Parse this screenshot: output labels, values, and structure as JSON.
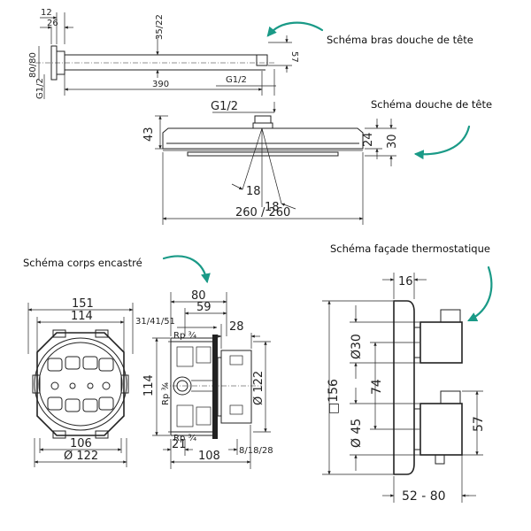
{
  "colors": {
    "line": "#222222",
    "arrow": "#1a9a87",
    "background": "#ffffff"
  },
  "captions": {
    "shower_arm": "Schéma bras douche de tête",
    "head_shower": "Schéma douche de tête",
    "body": "Schéma corps encastré",
    "facade": "Schéma façade thermostatique"
  },
  "arm": {
    "d12": "12",
    "d26": "26",
    "d3522": "35/22",
    "d8080": "80/80",
    "dg12a": "G1/2",
    "d390": "390",
    "dg12b": "G1/2",
    "d57": "57"
  },
  "head": {
    "dg12": "G1/2",
    "d43": "43",
    "d24": "24",
    "d30": "30",
    "d18a": "18",
    "d18b": "18",
    "d260": "260 / 260"
  },
  "body": {
    "d151": "151",
    "d114": "114",
    "d106": "106",
    "dphi122": "Ø 122",
    "d80": "80",
    "d59": "59",
    "d3141": "31/41/51",
    "drp1": "Rp ³⁄₄",
    "d28": "28",
    "d114v": "114",
    "drp2": "Rp ³⁄₄",
    "dphi122v": "Ø 122",
    "drp3": "Rp ³⁄₄",
    "d21": "21",
    "d108": "108",
    "d81828": "8/18/28"
  },
  "facade": {
    "d16": "16",
    "dphi30": "Ø30",
    "d156": "□156",
    "d74": "74",
    "dphi45": "Ø 45",
    "d57": "57",
    "d5280": "52 - 80"
  }
}
